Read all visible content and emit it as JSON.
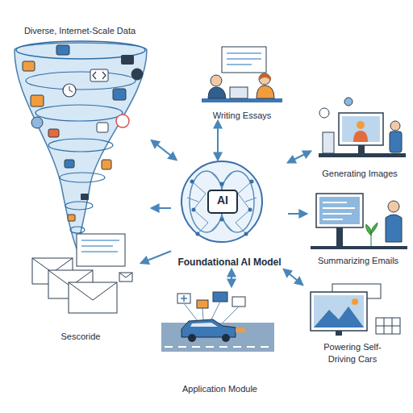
{
  "diagram": {
    "nodes": [
      {
        "text": [
          "Diverse, Internet-Scale Data"
        ]
      },
      {
        "text": [
          "Writing Essays"
        ]
      },
      {
        "text": [
          "Generating Images"
        ]
      },
      {
        "text": [
          "AI",
          "Foundational AI Model"
        ]
      },
      {
        "text": [
          "Summarizing Emails"
        ]
      },
      {
        "text": [
          "Sescoride"
        ]
      },
      {
        "text": [
          "Application Module"
        ]
      },
      {
        "text": [
          "Powering Self-Driving Cars"
        ]
      }
    ],
    "edges": [
      {
        "from": 3,
        "to": 0,
        "arrow": "both"
      },
      {
        "from": 3,
        "to": 0,
        "arrow": "to"
      },
      {
        "from": 3,
        "to": 1,
        "arrow": "both"
      },
      {
        "from": 3,
        "to": 2,
        "arrow": "both"
      },
      {
        "from": 3,
        "to": 4,
        "arrow": "to"
      },
      {
        "from": 3,
        "to": 5,
        "arrow": "to"
      },
      {
        "from": 3,
        "to": 6,
        "arrow": "both"
      },
      {
        "from": 3,
        "to": 7,
        "arrow": "both"
      }
    ]
  }
}
